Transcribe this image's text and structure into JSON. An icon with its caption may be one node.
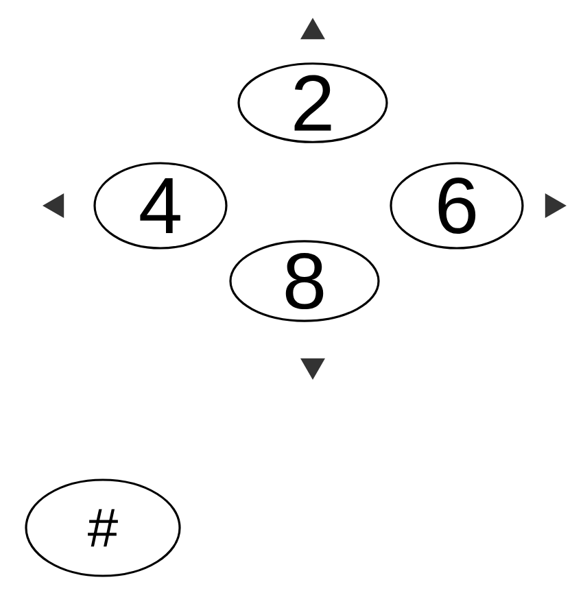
{
  "diagram": {
    "nodes": [
      {
        "text": [
          "2"
        ]
      },
      {
        "text": [
          "4"
        ]
      },
      {
        "text": [
          "6"
        ]
      },
      {
        "text": [
          "8"
        ]
      },
      {
        "text": [
          "#"
        ]
      }
    ]
  }
}
